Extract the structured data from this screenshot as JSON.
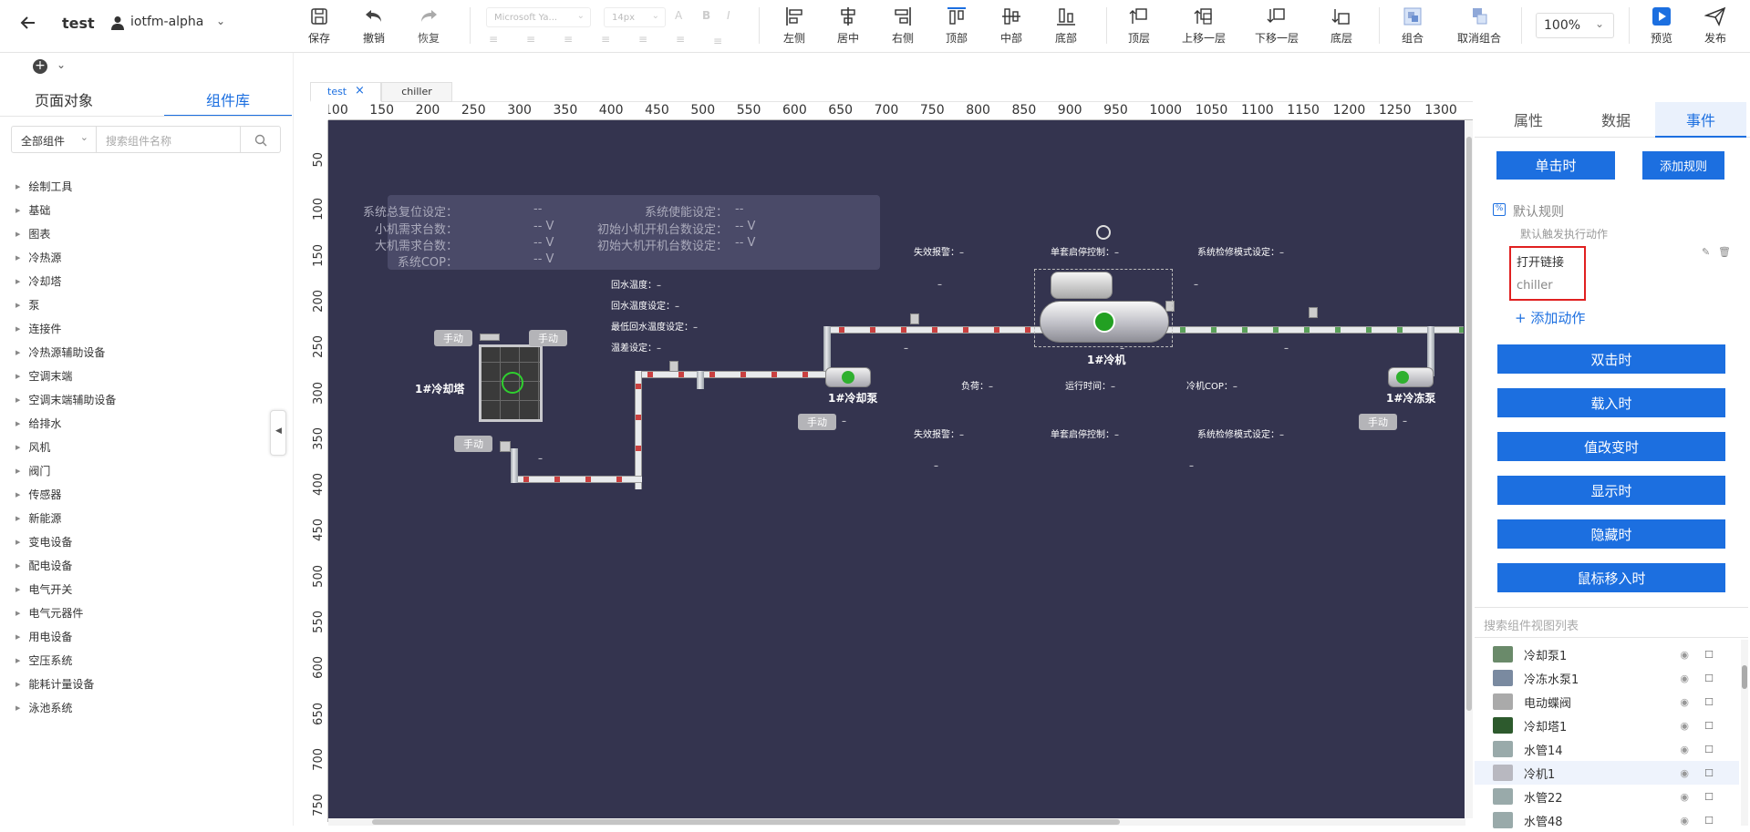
{
  "header": {
    "back_icon": "arrow-left-icon",
    "project_name": "test",
    "user_name": "iotfm-alpha"
  },
  "toolbar": {
    "save": "保存",
    "undo": "撤销",
    "redo": "恢复",
    "font_family": "Microsoft Ya...",
    "font_size": "14px",
    "bold": "B",
    "italic": "I",
    "align_left": "左侧",
    "align_center": "居中",
    "align_right": "右侧",
    "align_top": "顶部",
    "align_middle": "中部",
    "align_bottom": "底部",
    "layer_top": "顶层",
    "layer_up": "上移一层",
    "layer_down": "下移一层",
    "layer_bottom": "底层",
    "group": "组合",
    "ungroup": "取消组合",
    "zoom": "100%",
    "preview": "预览",
    "publish": "发布"
  },
  "left_panel": {
    "tab_objects": "页面对象",
    "tab_library": "组件库",
    "filter": "全部组件",
    "search_placeholder": "搜索组件名称",
    "categories": [
      "绘制工具",
      "基础",
      "图表",
      "冷热源",
      "冷却塔",
      "泵",
      "连接件",
      "冷热源辅助设备",
      "空调末端",
      "空调末端辅助设备",
      "给排水",
      "风机",
      "阀门",
      "传感器",
      "新能源",
      "变电设备",
      "配电设备",
      "电气开关",
      "电气元器件",
      "用电设备",
      "空压系统",
      "能耗计量设备",
      "泳池系统"
    ]
  },
  "page_tabs": [
    {
      "label": "test",
      "active": true
    },
    {
      "label": "chiller",
      "active": false
    }
  ],
  "ruler": {
    "h": [
      "100",
      "150",
      "200",
      "250",
      "300",
      "350",
      "400",
      "450",
      "500",
      "550",
      "600",
      "650",
      "700",
      "750",
      "800",
      "850",
      "900",
      "950",
      "1000",
      "1050",
      "1100",
      "1150",
      "1200",
      "1250",
      "1300"
    ],
    "v": [
      "50",
      "100",
      "150",
      "200",
      "250",
      "300",
      "350",
      "400",
      "450",
      "500",
      "550",
      "600",
      "650",
      "700",
      "750"
    ]
  },
  "canvas": {
    "params": {
      "reset_label": "系统总复位设定：",
      "reset_val": "--",
      "enable_label": "系统使能设定：",
      "enable_val": "--",
      "small_demand_label": "小机需求台数：",
      "small_demand_val": "-- V",
      "small_init_label": "初始小机开机台数设定：",
      "small_init_val": "-- V",
      "big_demand_label": "大机需求台数：",
      "big_demand_val": "-- V",
      "big_init_label": "初始大机开机台数设定：",
      "big_init_val": "-- V",
      "cop_label": "系统COP：",
      "cop_val": "-- V"
    },
    "return_temp": "回水温度：–",
    "return_temp_set": "回水温度设定：–",
    "min_return_set": "最低回水温度设定：–",
    "temp_diff_set": "温差设定：–",
    "fail_alarm_1": "失效报警：–",
    "single_start_1": "单套启停控制：–",
    "maint_mode_1": "系统检修模式设定：–",
    "load": "负荷：–",
    "run_time": "运行时间：–",
    "chiller_cop": "冷机COP：–",
    "fail_alarm_2": "失效报警：–",
    "single_start_2": "单套启停控制：–",
    "maint_mode_2": "系统检修模式设定：–",
    "dash": "–",
    "manual": "手动",
    "tower_name": "1#冷却塔",
    "pump_name": "1#冷却泵",
    "chiller_name": "1#冷机",
    "chilled_pump_name": "1#冷冻泵"
  },
  "right_panel": {
    "tab_props": "属性",
    "tab_data": "数据",
    "tab_events": "事件",
    "on_click": "单击时",
    "add_rule": "添加规则",
    "default_rule": "默认规则",
    "default_trigger": "默认触发执行动作",
    "action_open_link": "打开链接",
    "action_target": "chiller",
    "add_action": "+ 添加动作",
    "on_dblclick": "双击时",
    "on_load": "载入时",
    "on_change": "值改变时",
    "on_show": "显示时",
    "on_hide": "隐藏时",
    "on_mouse_enter": "鼠标移入时",
    "layer_search_placeholder": "搜索组件视图列表",
    "layers": [
      {
        "name": "冷却泵1"
      },
      {
        "name": "冷冻水泵1"
      },
      {
        "name": "电动蝶阀"
      },
      {
        "name": "冷却塔1"
      },
      {
        "name": "水管14"
      },
      {
        "name": "冷机1"
      },
      {
        "name": "水管22"
      },
      {
        "name": "水管48"
      }
    ]
  },
  "colors": {
    "accent": "#1c6fe0",
    "canvas_bg": "#34344f",
    "highlight_border": "#e02020"
  }
}
